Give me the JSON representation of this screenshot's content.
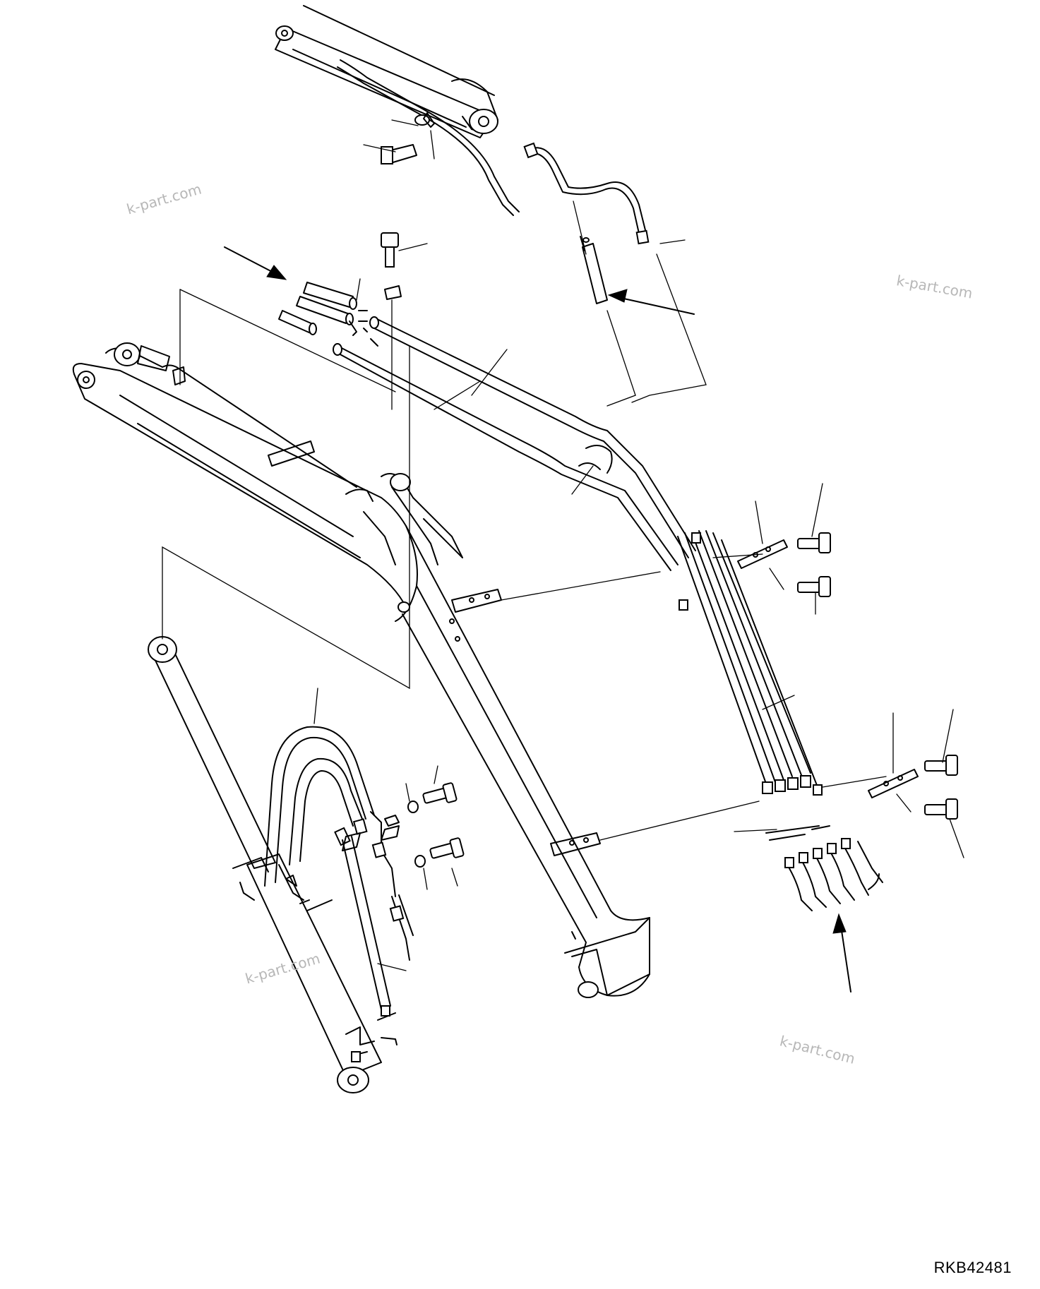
{
  "watermarks": [
    "k-part.com",
    "k-part.com",
    "k-part.com",
    "k-part.com"
  ],
  "drawing_code": "RKB42481"
}
